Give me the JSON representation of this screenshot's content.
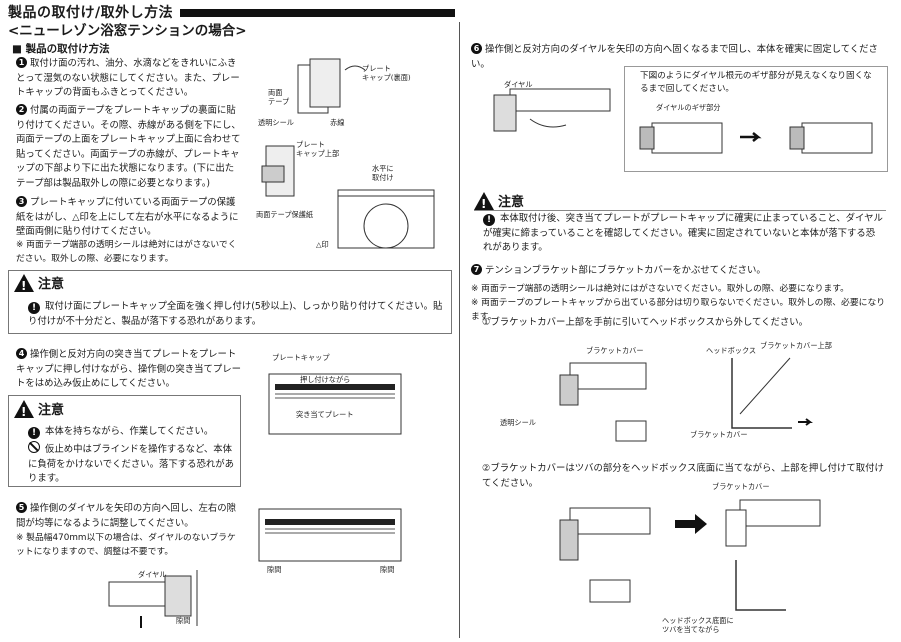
{
  "title": "製品の取付け/取外し方法",
  "subtitle": "<ニューレゾン浴窓テンションの場合>",
  "mounting_section": {
    "heading": "製品の取付け方法",
    "step1": "取付け面の汚れ、油分、水滴などをきれいにふきとって湿気のない状態にしてください。また、プレートキャップの背面もふきとってください。",
    "step2": "付属の両面テープをプレートキャップの裏面に貼り付けてください。その際、赤線がある側を下にし、両面テープの上面をプレートキャップ上面に合わせて貼ってください。両面テープの赤線が、プレートキャップの下部より下に出た状態になります。(下に出たテープ部は製品取外しの際に必要となります。)",
    "step3": "プレートキャップに付いている両面テープの保護紙をはがし、△印を上にして左右が水平になるように壁面両側に貼り付けてください。",
    "note3": "※ 両面テープ端部の透明シールは絶対にはがさないでください。取外しの際、必要になります。",
    "step4": "操作側と反対方向の突き当てプレートをプレートキャップに押し付けながら、操作側の突き当てプレートをはめ込み仮止めにしてください。",
    "step5": "操作側のダイヤルを矢印の方向へ回し、左右の隙間が均等になるように調整してください。",
    "note5": "※ 製品幅470mm以下の場合は、ダイヤルのないブラケットになりますので、調整は不要です。",
    "step6": "操作側と反対方向のダイヤルを矢印の方向へ固くなるまで回し、本体を確実に固定してください。",
    "step6_box": "下図のようにダイヤル根元のギザ部分が見えなくなり固くなるまで回してください。",
    "step7": "テンションブラケット部にブラケットカバーをかぶせてください。",
    "note7a": "※ 両面テープ端部の透明シールは絶対にはがさないでください。取外しの際、必要になります。",
    "note7b": "※ 両面テープのプレートキャップから出ている部分は切り取らないでください。取外しの際、必要になります。",
    "sub1": "①ブラケットカバー上部を手前に引いてヘッドボックスから外してください。",
    "sub2": "②ブラケットカバーはツバの部分をヘッドボックス底面に当てながら、上部を押し付けて取付けてください。"
  },
  "cautions": {
    "label": "注意",
    "c1": "取付け面にプレートキャップ全面を強く押し付け(5秒以上)、しっかり貼り付けてください。貼り付けが不十分だと、製品が落下する恐れがあります。",
    "c2a": "本体を持ちながら、作業してください。",
    "c2b": "仮止め中はブラインドを操作するなど、本体に負荷をかけないでください。落下する恐れがあります。",
    "c3": "本体取付け後、突き当てプレートがプレートキャップに確実に止まっていること、ダイヤルが確実に締まっていることを確認してください。確実に固定されていないと本体が落下する恐れがあります。"
  },
  "step_numbers": [
    "1",
    "2",
    "3",
    "4",
    "5",
    "6",
    "7"
  ],
  "figure_labels": {
    "plate_cap_back": "プレート\nキャップ(裏面)",
    "double_tape": "両面\nテープ",
    "clear_seal": "透明シール",
    "red_line": "赤線",
    "plate_cap_top": "プレート\nキャップ上部",
    "tape_protect": "両面テープ保護紙",
    "horizontal": "水平に\n取付け",
    "triangle_mark": "△印",
    "plate_cap": "プレートキャップ",
    "press": "押し付けながら",
    "stop_plate": "突き当てプレート",
    "dial": "ダイヤル",
    "gap": "隙間",
    "gap2": "隙間",
    "gap3": "隙間",
    "dial6": "ダイヤル",
    "dial_gear": "ダイヤルのギザ部分",
    "bracket_cover": "ブラケットカバー",
    "headbox": "ヘッドボックス",
    "bracket_cover_top": "ブラケットカバー上部",
    "clear_seal2": "透明シール",
    "bracket_cover2": "ブラケットカバー",
    "bracket_cover3": "ブラケットカバー",
    "headbox_bottom": "ヘッドボックス底面に\nツバを当てながら"
  }
}
